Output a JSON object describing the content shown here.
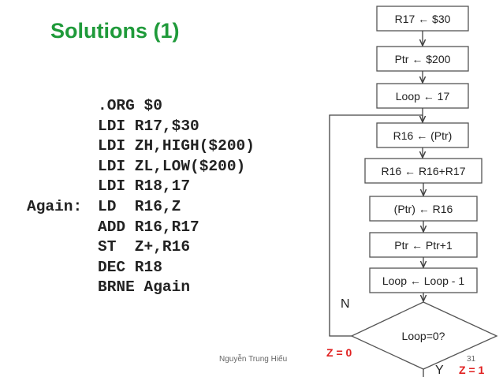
{
  "slide": {
    "title": "Solutions (1)",
    "footer": "Nguyễn Trung Hiếu",
    "page_number": "31"
  },
  "code": [
    {
      "label": "",
      "text": ".ORG $0"
    },
    {
      "label": "",
      "text": "LDI R17,$30"
    },
    {
      "label": "",
      "text": "LDI ZH,HIGH($200)"
    },
    {
      "label": "",
      "text": "LDI ZL,LOW($200)"
    },
    {
      "label": "",
      "text": "LDI R18,17"
    },
    {
      "label": "Again:",
      "text": "LD  R16,Z"
    },
    {
      "label": "",
      "text": "ADD R16,R17"
    },
    {
      "label": "",
      "text": "ST  Z+,R16"
    },
    {
      "label": "",
      "text": "DEC R18"
    },
    {
      "label": "",
      "text": "BRNE Again"
    }
  ],
  "flowchart": {
    "boxes": [
      "R17 ← $30",
      "Ptr ← $200",
      "Loop ← 17",
      "R16 ← (Ptr)",
      "R16 ← R16+R17",
      "(Ptr) ← R16",
      "Ptr ← Ptr+1",
      "Loop ← Loop - 1"
    ],
    "decision": "Loop=0?",
    "no_label": "N",
    "yes_label": "Y",
    "z0_label": "Z = 0",
    "z1_label": "Z = 1"
  },
  "colors": {
    "title": "#1f9a3a",
    "annotation": "#e02020",
    "box_border": "#555555",
    "line": "#444444"
  }
}
